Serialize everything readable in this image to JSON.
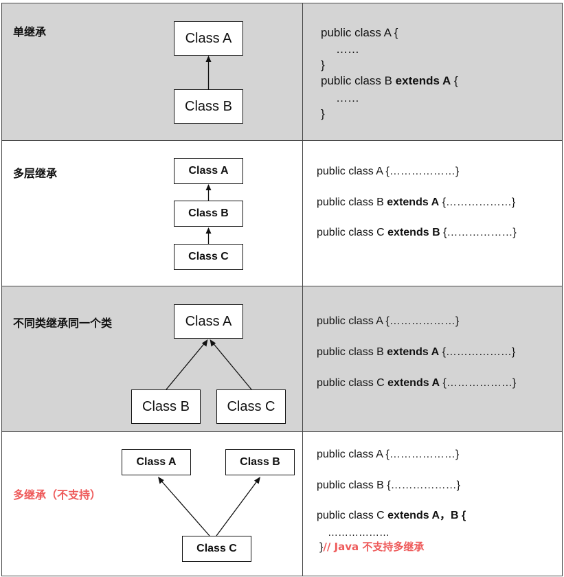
{
  "rows": [
    {
      "title": "单继承",
      "boxes": [
        "Class A",
        "Class B"
      ],
      "code": {
        "l1": "public class A {",
        "l2": "……",
        "l3": "}",
        "l4_pre": "public class B ",
        "l4_kw": "extends A",
        "l4_post": " {",
        "l5": "……",
        "l6": "}"
      }
    },
    {
      "title": "多层继承",
      "boxes": [
        "Class A",
        "Class B",
        "Class C"
      ],
      "code": {
        "l1": "public class A {………………}",
        "l2_pre": "public class B ",
        "l2_kw": "extends A",
        "l2_post": " {………………}",
        "l3_pre": "public class C ",
        "l3_kw": "extends B",
        "l3_post": " {………………}"
      }
    },
    {
      "title": "不同类继承同一个类",
      "boxes": [
        "Class A",
        "Class B",
        "Class C"
      ],
      "code": {
        "l1": "public class A {………………}",
        "l2_pre": "public class B ",
        "l2_kw": "extends A",
        "l2_post": " {………………}",
        "l3_pre": "public class C ",
        "l3_kw": "extends A",
        "l3_post": " {………………}"
      }
    },
    {
      "title": "多继承（不支持）",
      "title_color": "#ee5a5a",
      "boxes": [
        "Class A",
        "Class B",
        "Class C"
      ],
      "code": {
        "l1": "public class A {………………}",
        "l2": "public class B {………………}",
        "l3_pre": "public class C ",
        "l3_kw": "extends A，B {",
        "l4": "………………",
        "l5_pre": "}",
        "l5_comment": "// Java 不支持多继承"
      }
    }
  ]
}
